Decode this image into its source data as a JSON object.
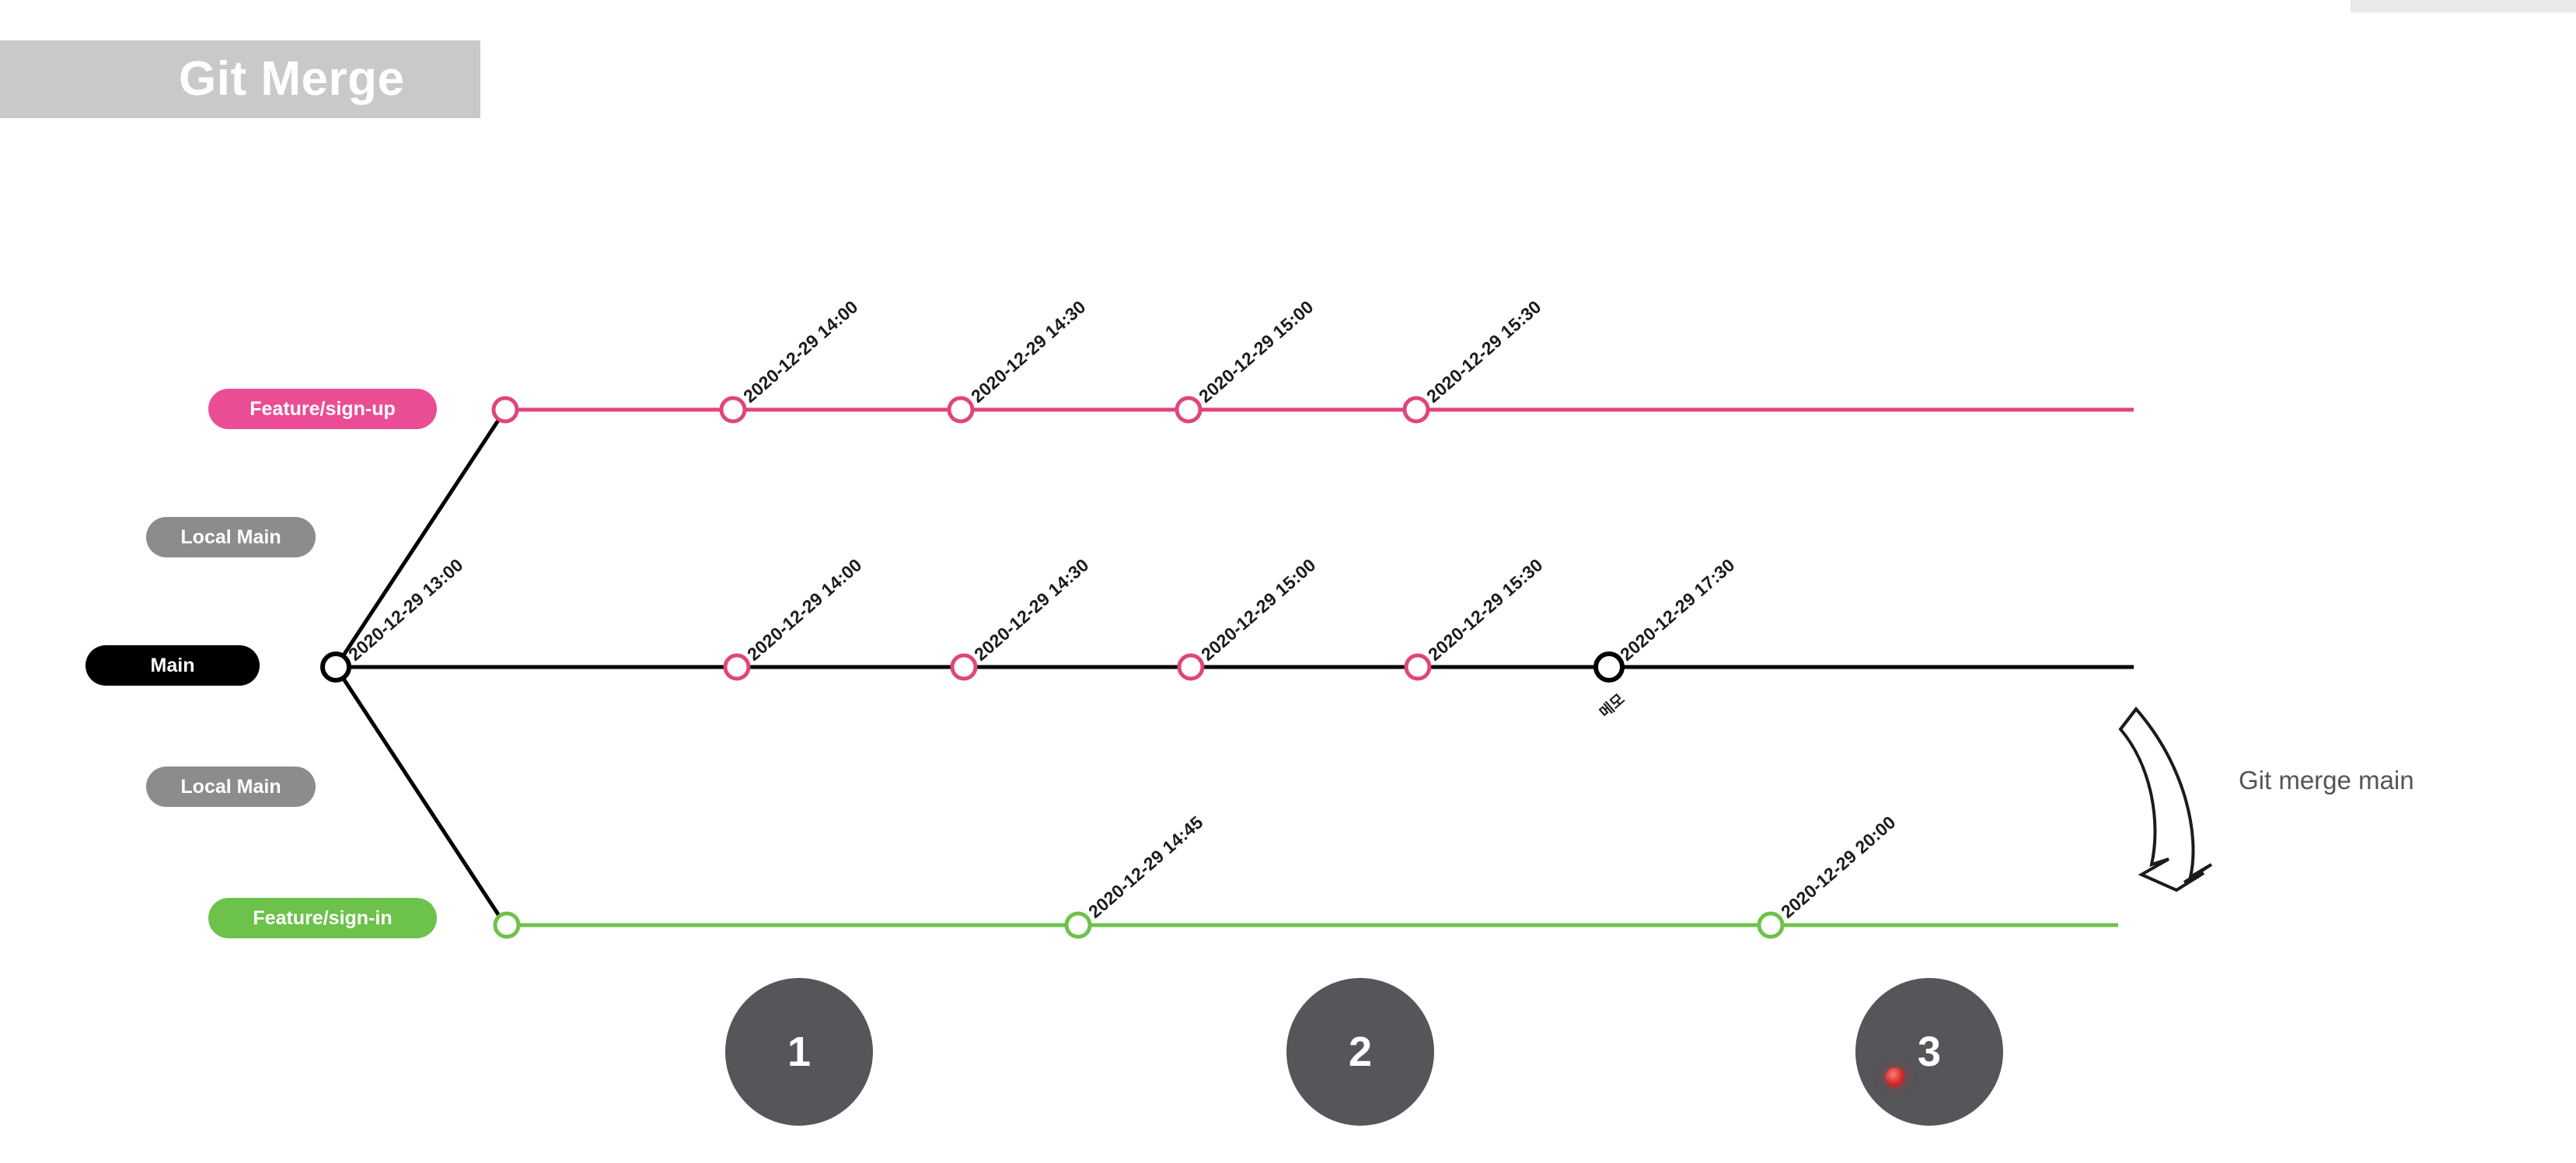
{
  "page": {
    "title": "Git Merge",
    "background_color": "#ffffff"
  },
  "colors": {
    "pink": "#e0457b",
    "pink_pill": "#eb4d94",
    "green": "#6cc24a",
    "black": "#000000",
    "gray_pill": "#8c8c8c",
    "banner_gray": "#c9c9c9",
    "step_gray": "#56555a",
    "note_gray": "#555555",
    "cursor_red": "#d02626"
  },
  "branch_labels": {
    "feature_sign_up": "Feature/sign-up",
    "local_main_top": "Local Main",
    "main": "Main",
    "local_main_bottom": "Local Main",
    "feature_sign_in": "Feature/sign-in"
  },
  "branches": [
    {
      "name": "feature-sign-up",
      "color": "#e0457b",
      "label": "Feature/sign-up",
      "commits": [
        {
          "time": "",
          "has_label": false
        },
        {
          "time": "2020-12-29 14:00",
          "has_label": true
        },
        {
          "time": "2020-12-29 14:30",
          "has_label": true
        },
        {
          "time": "2020-12-29 15:00",
          "has_label": true
        },
        {
          "time": "2020-12-29 15:30",
          "has_label": true
        }
      ]
    },
    {
      "name": "main",
      "color": "#000000",
      "label": "Main",
      "commits": [
        {
          "time": "2020-12-29 13:00",
          "has_label": true,
          "node_color": "#000000"
        },
        {
          "time": "2020-12-29 14:00",
          "has_label": true,
          "node_color": "#e0457b"
        },
        {
          "time": "2020-12-29 14:30",
          "has_label": true,
          "node_color": "#e0457b"
        },
        {
          "time": "2020-12-29 15:00",
          "has_label": true,
          "node_color": "#e0457b"
        },
        {
          "time": "2020-12-29 15:30",
          "has_label": true,
          "node_color": "#e0457b"
        },
        {
          "time": "2020-12-29 17:30",
          "has_label": true,
          "node_color": "#000000",
          "note": "메모"
        }
      ]
    },
    {
      "name": "feature-sign-in",
      "color": "#6cc24a",
      "label": "Feature/sign-in",
      "commits": [
        {
          "time": "",
          "has_label": false
        },
        {
          "time": "2020-12-29 14:45",
          "has_label": true
        },
        {
          "time": "2020-12-29 20:00",
          "has_label": true
        }
      ]
    }
  ],
  "timestamps": {
    "signup": [
      "2020-12-29 14:00",
      "2020-12-29 14:30",
      "2020-12-29 15:00",
      "2020-12-29 15:30"
    ],
    "main": [
      "2020-12-29 13:00",
      "2020-12-29 14:00",
      "2020-12-29 14:30",
      "2020-12-29 15:00",
      "2020-12-29 15:30",
      "2020-12-29 17:30"
    ],
    "main_note": "메모",
    "signin": [
      "2020-12-29 14:45",
      "2020-12-29 20:00"
    ]
  },
  "annotation": {
    "arrow_icon": "curved-down-arrow-icon",
    "text": "Git merge main"
  },
  "steps": [
    {
      "number": "1"
    },
    {
      "number": "2"
    },
    {
      "number": "3",
      "has_cursor": true
    }
  ]
}
